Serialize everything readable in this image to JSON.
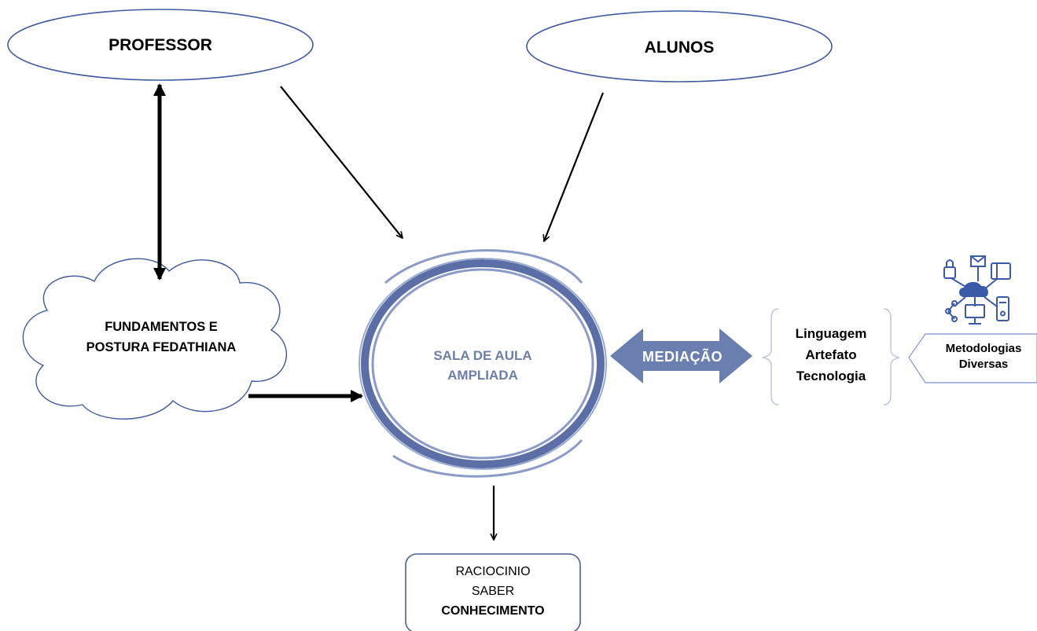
{
  "professor": {
    "label": "PROFESSOR"
  },
  "alunos": {
    "label": "ALUNOS"
  },
  "fundamentos": {
    "line1": "FUNDAMENTOS E",
    "line2": "POSTURA FEDATHIANA"
  },
  "sala": {
    "line1": "SALA DE AULA",
    "line2": "AMPLIADA"
  },
  "mediacao": {
    "label": "MEDIAÇÃO"
  },
  "recursos": {
    "items": [
      "Linguagem",
      "Artefato",
      "Tecnologia"
    ]
  },
  "metodologias": {
    "line1": "Metodologias",
    "line2": "Diversas"
  },
  "resultado": {
    "line1": "RACIOCINIO",
    "line2": "SABER",
    "line3": "CONHECIMENTO"
  },
  "colors": {
    "accent": "#6a7fb0",
    "ring": "#5b6fa6",
    "outline": "#3f5aa0",
    "sala_text": "#6b7fa8"
  },
  "icons": {
    "network": "cloud-network-icon"
  }
}
